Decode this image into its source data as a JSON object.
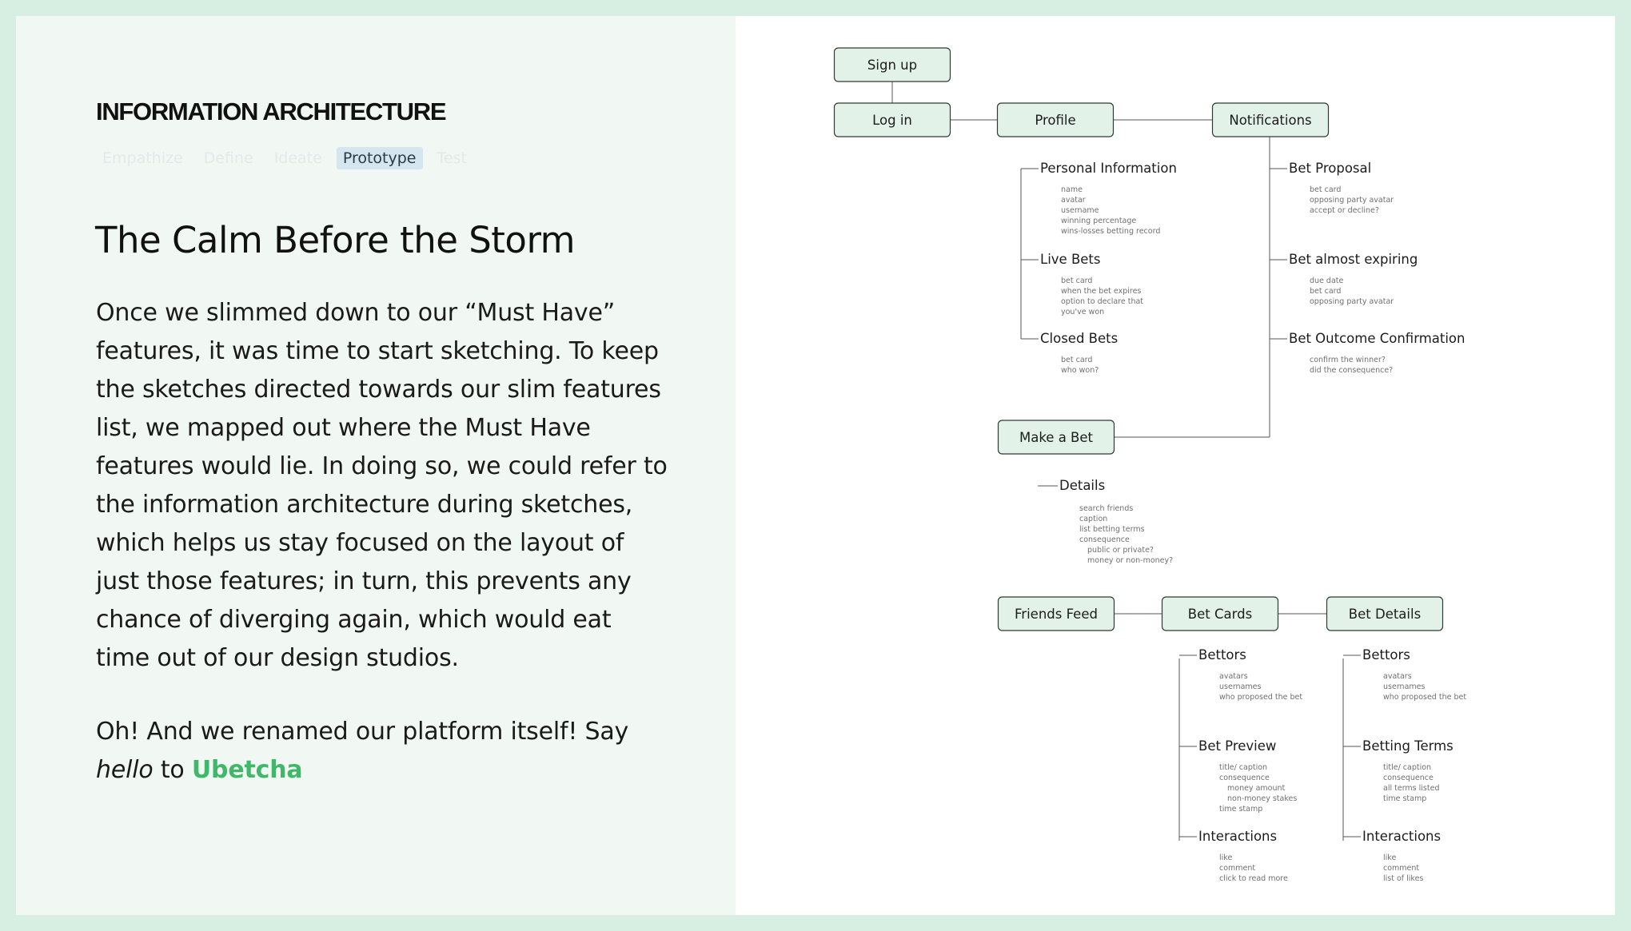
{
  "left": {
    "section_label": "INFORMATION ARCHITECTURE",
    "phases": [
      {
        "label": "Empathize",
        "active": false
      },
      {
        "label": "Define",
        "active": false
      },
      {
        "label": "Ideate",
        "active": false
      },
      {
        "label": "Prototype",
        "active": true
      },
      {
        "label": "Test",
        "active": false
      }
    ],
    "title": "The Calm Before the Storm",
    "paragraph1": "Once we slimmed down to our “Must Have” features, it was time to start sketching. To keep the sketches directed towards our slim features list, we mapped out where the Must Have features would lie. In doing so, we could refer to the information architecture during sketches, which helps us stay focused on the layout of just those features; in turn, this prevents any chance of diverging again, which would eat time out of our design studios.",
    "paragraph2_lead": "Oh! And we renamed our platform itself! Say ",
    "paragraph2_hello": "hello",
    "paragraph2_to": " to ",
    "brand_name": "Ubetcha"
  },
  "colors": {
    "page_border": "#d6efe2",
    "left_bg": "#f1f8f4",
    "node_fill": "#e3f2e8",
    "brand": "#3fb969",
    "phase_active_bg": "#d6e6f1"
  },
  "diagram": {
    "nodes": {
      "signup": "Sign up",
      "login": "Log in",
      "profile": "Profile",
      "notifications": "Notifications",
      "make_bet": "Make a Bet",
      "friends_feed": "Friends Feed",
      "bet_cards": "Bet Cards",
      "bet_details": "Bet Details"
    },
    "profile_branches": [
      {
        "heading": "Personal Information",
        "items": [
          "name",
          "avatar",
          "username",
          "winning percentage",
          "wins-losses betting record"
        ]
      },
      {
        "heading": "Live Bets",
        "items": [
          "bet card",
          "when the bet expires",
          "option to declare that",
          "you've won"
        ]
      },
      {
        "heading": "Closed Bets",
        "items": [
          "bet card",
          "who won?"
        ]
      }
    ],
    "notification_branches": [
      {
        "heading": "Bet Proposal",
        "items": [
          "bet card",
          "opposing party avatar",
          "accept or decline?"
        ]
      },
      {
        "heading": "Bet almost expiring",
        "items": [
          "due date",
          "bet card",
          "opposing party avatar"
        ]
      },
      {
        "heading": "Bet Outcome Confirmation",
        "items": [
          "confirm the winner?",
          "did the consequence?"
        ]
      }
    ],
    "make_bet_branches": [
      {
        "heading": "Details",
        "items": [
          "search friends",
          "caption",
          "list betting terms",
          "consequence",
          "public or private?",
          "money or non-money?"
        ]
      }
    ],
    "bet_cards_branches": [
      {
        "heading": "Bettors",
        "items": [
          "avatars",
          "usernames",
          "who proposed the bet"
        ]
      },
      {
        "heading": "Bet Preview",
        "items": [
          "title/ caption",
          "consequence",
          "money amount",
          "non-money stakes",
          "time stamp"
        ]
      },
      {
        "heading": "Interactions",
        "items": [
          "like",
          "comment",
          "click to read more"
        ]
      }
    ],
    "bet_details_branches": [
      {
        "heading": "Bettors",
        "items": [
          "avatars",
          "usernames",
          "who proposed the bet"
        ]
      },
      {
        "heading": "Betting Terms",
        "items": [
          "title/ caption",
          "consequence",
          "all terms listed",
          "time stamp"
        ]
      },
      {
        "heading": "Interactions",
        "items": [
          "like",
          "comment",
          "list of likes"
        ]
      }
    ]
  }
}
